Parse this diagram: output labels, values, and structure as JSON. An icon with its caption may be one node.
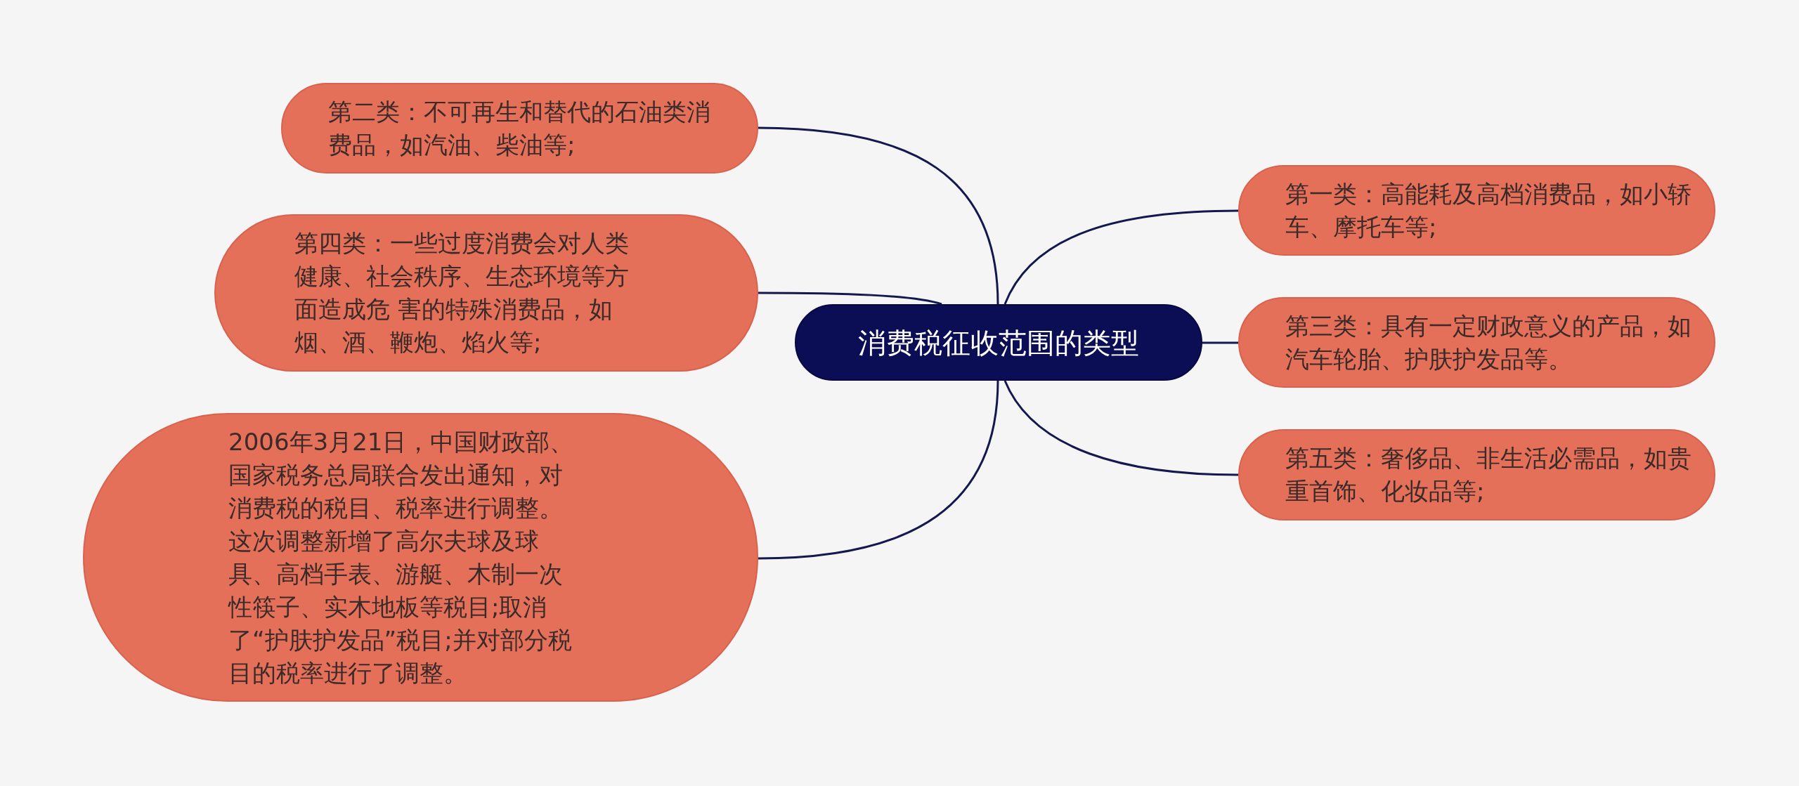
{
  "diagram": {
    "nodes": [
      {
        "text": [
          "消费税征收范围的类型"
        ]
      },
      {
        "text": [
          "第二类：不可再生和替代的石油类消费品，如汽油、柴油等;"
        ]
      },
      {
        "text": [
          "第四类：一些过度消费会对人类健康、社会秩序、生态环境等方面造成危 害的特殊消费品，如烟、酒、鞭炮、焰火等;"
        ]
      },
      {
        "text": [
          "2006年3月21日，中国财政部、国家税务总局联合发出通知，对消费税的税目、税率进行调整。这次调整新增了高尔夫球及球具、高档手表、游艇、木制一次性筷子、实木地板等税目;取消了“护肤护发品”税目;并对部分税目的税率进行了调整。"
        ]
      },
      {
        "text": [
          "第一类：高能耗及高档消费品，如小轿车、摩托车等;"
        ]
      },
      {
        "text": [
          "第三类：具有一定财政意义的产品，如汽车轮胎、护肤护发品等。"
        ]
      },
      {
        "text": [
          "第五类：奢侈品、非生活必需品，如贵重首饰、化妆品等;"
        ]
      }
    ],
    "edges": [
      {
        "from": 0,
        "to": 1,
        "arrow": "none"
      },
      {
        "from": 0,
        "to": 2,
        "arrow": "none"
      },
      {
        "from": 0,
        "to": 3,
        "arrow": "none"
      },
      {
        "from": 0,
        "to": 4,
        "arrow": "none"
      },
      {
        "from": 0,
        "to": 5,
        "arrow": "none"
      },
      {
        "from": 0,
        "to": 6,
        "arrow": "none"
      }
    ]
  }
}
